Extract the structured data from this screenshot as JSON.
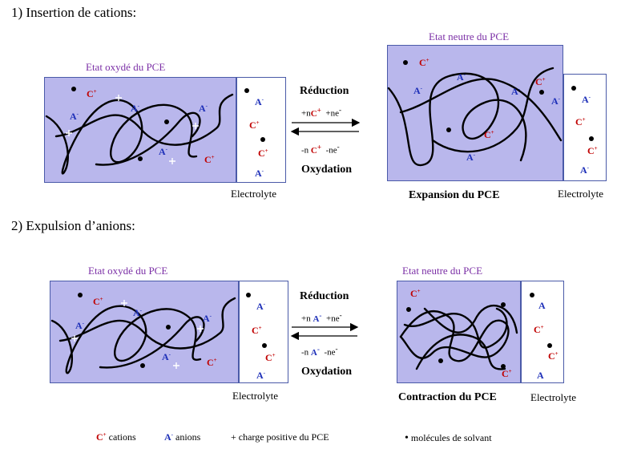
{
  "section1_title": "1) Insertion de cations:",
  "section2_title": "2) Expulsion d’anions:",
  "state_oxidized": "Etat oxydé du PCE",
  "state_neutral": "Etat neutre du PCE",
  "electrolyte": "Electrolyte",
  "reduction": "Réduction",
  "oxidation": "Oxydation",
  "expansion": "Expansion du PCE",
  "contraction": "Contraction du PCE",
  "cation": "C",
  "anion": "A",
  "plus": "+",
  "minus": "-",
  "reaction1_top_n": "+n",
  "reaction1_top_e": "+ne",
  "reaction1_bottom_n": "-n",
  "reaction1_bottom_e": "-ne",
  "legend": {
    "cations": "cations",
    "anions": "anions",
    "positive_charge": "+ charge positive du PCE",
    "solvent": "molécules de solvant"
  },
  "colors": {
    "cation": "#c00000",
    "anion": "#1d2fb8",
    "polymer_fill": "#b9b7ec",
    "border": "#4a5aa8",
    "state_label": "#7b2fa6"
  }
}
